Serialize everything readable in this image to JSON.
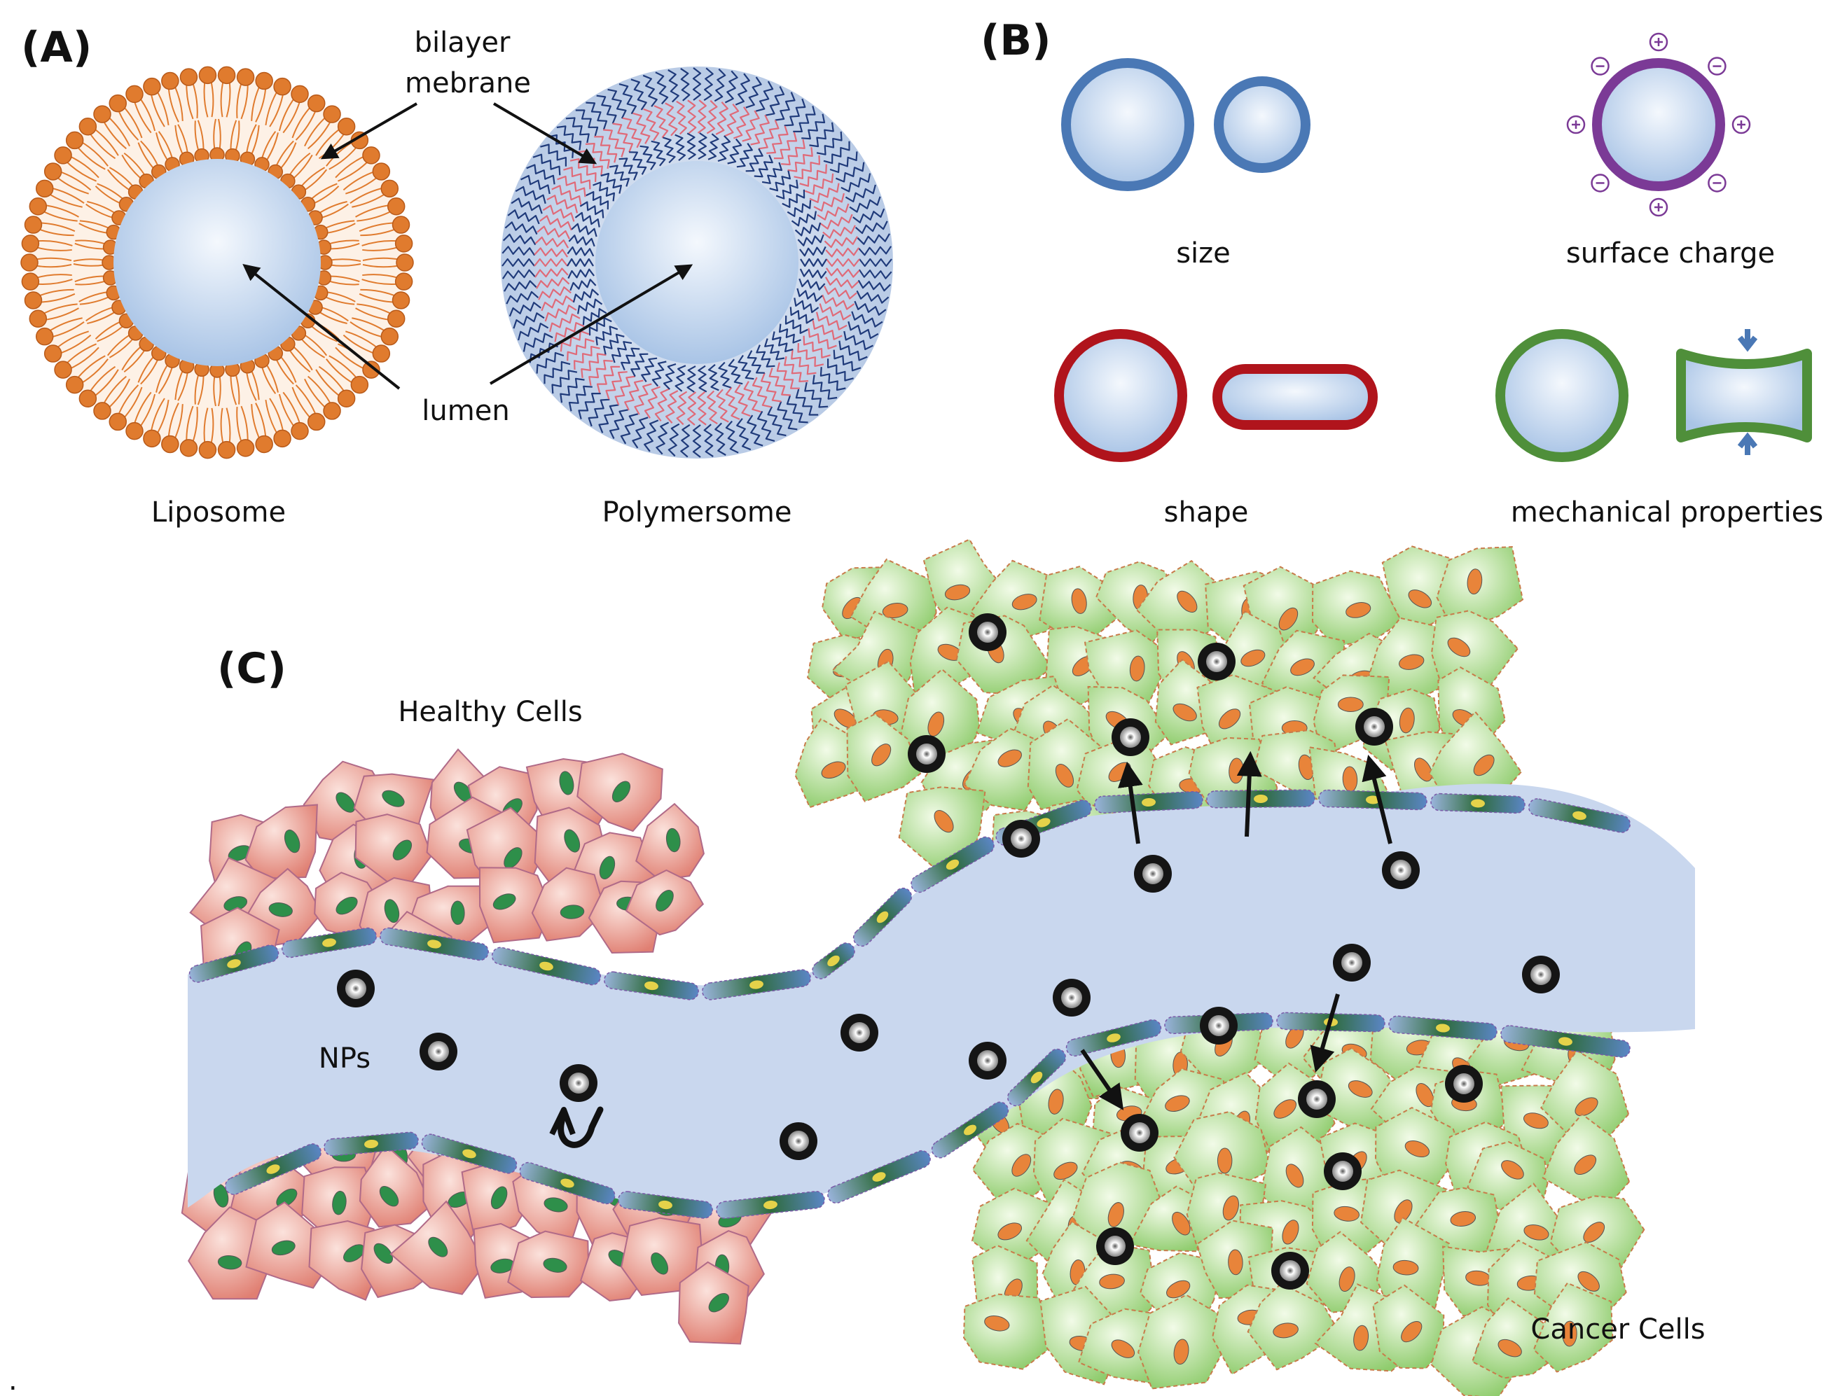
{
  "panel_a": {
    "tag": "(A)",
    "membrane_label_1": "bilayer",
    "membrane_label_2": "mebrane",
    "lumen_label": "lumen",
    "left_caption": "Liposome",
    "right_caption": "Polymersome"
  },
  "panel_b": {
    "tag": "(B)",
    "size_label": "size",
    "charge_label": "surface charge",
    "shape_label": "shape",
    "mech_label": "mechanical properties"
  },
  "panel_c": {
    "tag": "(C)",
    "healthy_label": "Healthy Cells",
    "nps_label": "NPs",
    "cancer_label": "Cancer Cells"
  },
  "colors": {
    "lipid": "#e07b2e",
    "size_blue": "#4a78b5",
    "charge_purple": "#7b3a96",
    "shape_red": "#b0141c",
    "mech_green": "#4f8f3a",
    "healthy_cell": "#e89a8c",
    "cancer_cell": "#a8d98a",
    "vessel": "#c9d7ee"
  },
  "footnote": "."
}
